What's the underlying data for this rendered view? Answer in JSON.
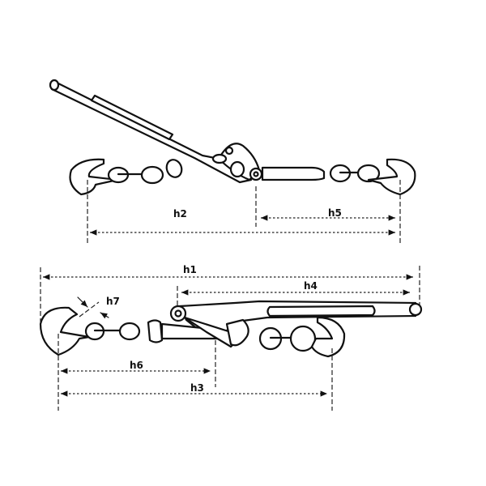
{
  "title": "Load binder dimension diagram",
  "views": {
    "open": {
      "labels": {
        "h2": "h2",
        "h5": "h5"
      }
    },
    "closed": {
      "labels": {
        "h1": "h1",
        "h3": "h3",
        "h4": "h4",
        "h6": "h6",
        "h7": "h7"
      }
    }
  },
  "colors": {
    "line": "#111111",
    "background": "#ffffff"
  }
}
